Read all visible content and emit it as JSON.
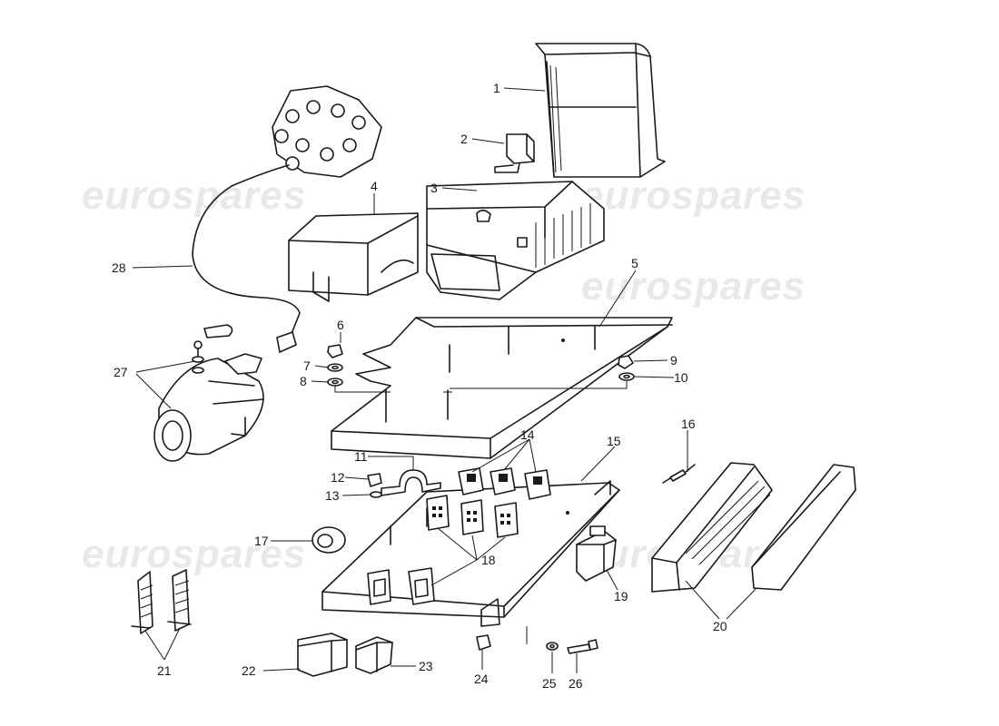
{
  "watermark": {
    "text": "eurospares"
  },
  "callouts": {
    "c1": "1",
    "c2": "2",
    "c3": "3",
    "c4": "4",
    "c5": "5",
    "c6": "6",
    "c7": "7",
    "c8": "8",
    "c9": "9",
    "c10": "10",
    "c11": "11",
    "c12": "12",
    "c13": "13",
    "c14": "14",
    "c15": "15",
    "c16": "16",
    "c17": "17",
    "c18": "18",
    "c19": "19",
    "c20": "20",
    "c21": "21",
    "c22": "22",
    "c23": "23",
    "c24": "24",
    "c25": "25",
    "c26": "26",
    "c27": "27",
    "c28": "28"
  },
  "colors": {
    "line": "#1a1a1a",
    "watermark": "#e9e9e9",
    "background": "#ffffff"
  }
}
